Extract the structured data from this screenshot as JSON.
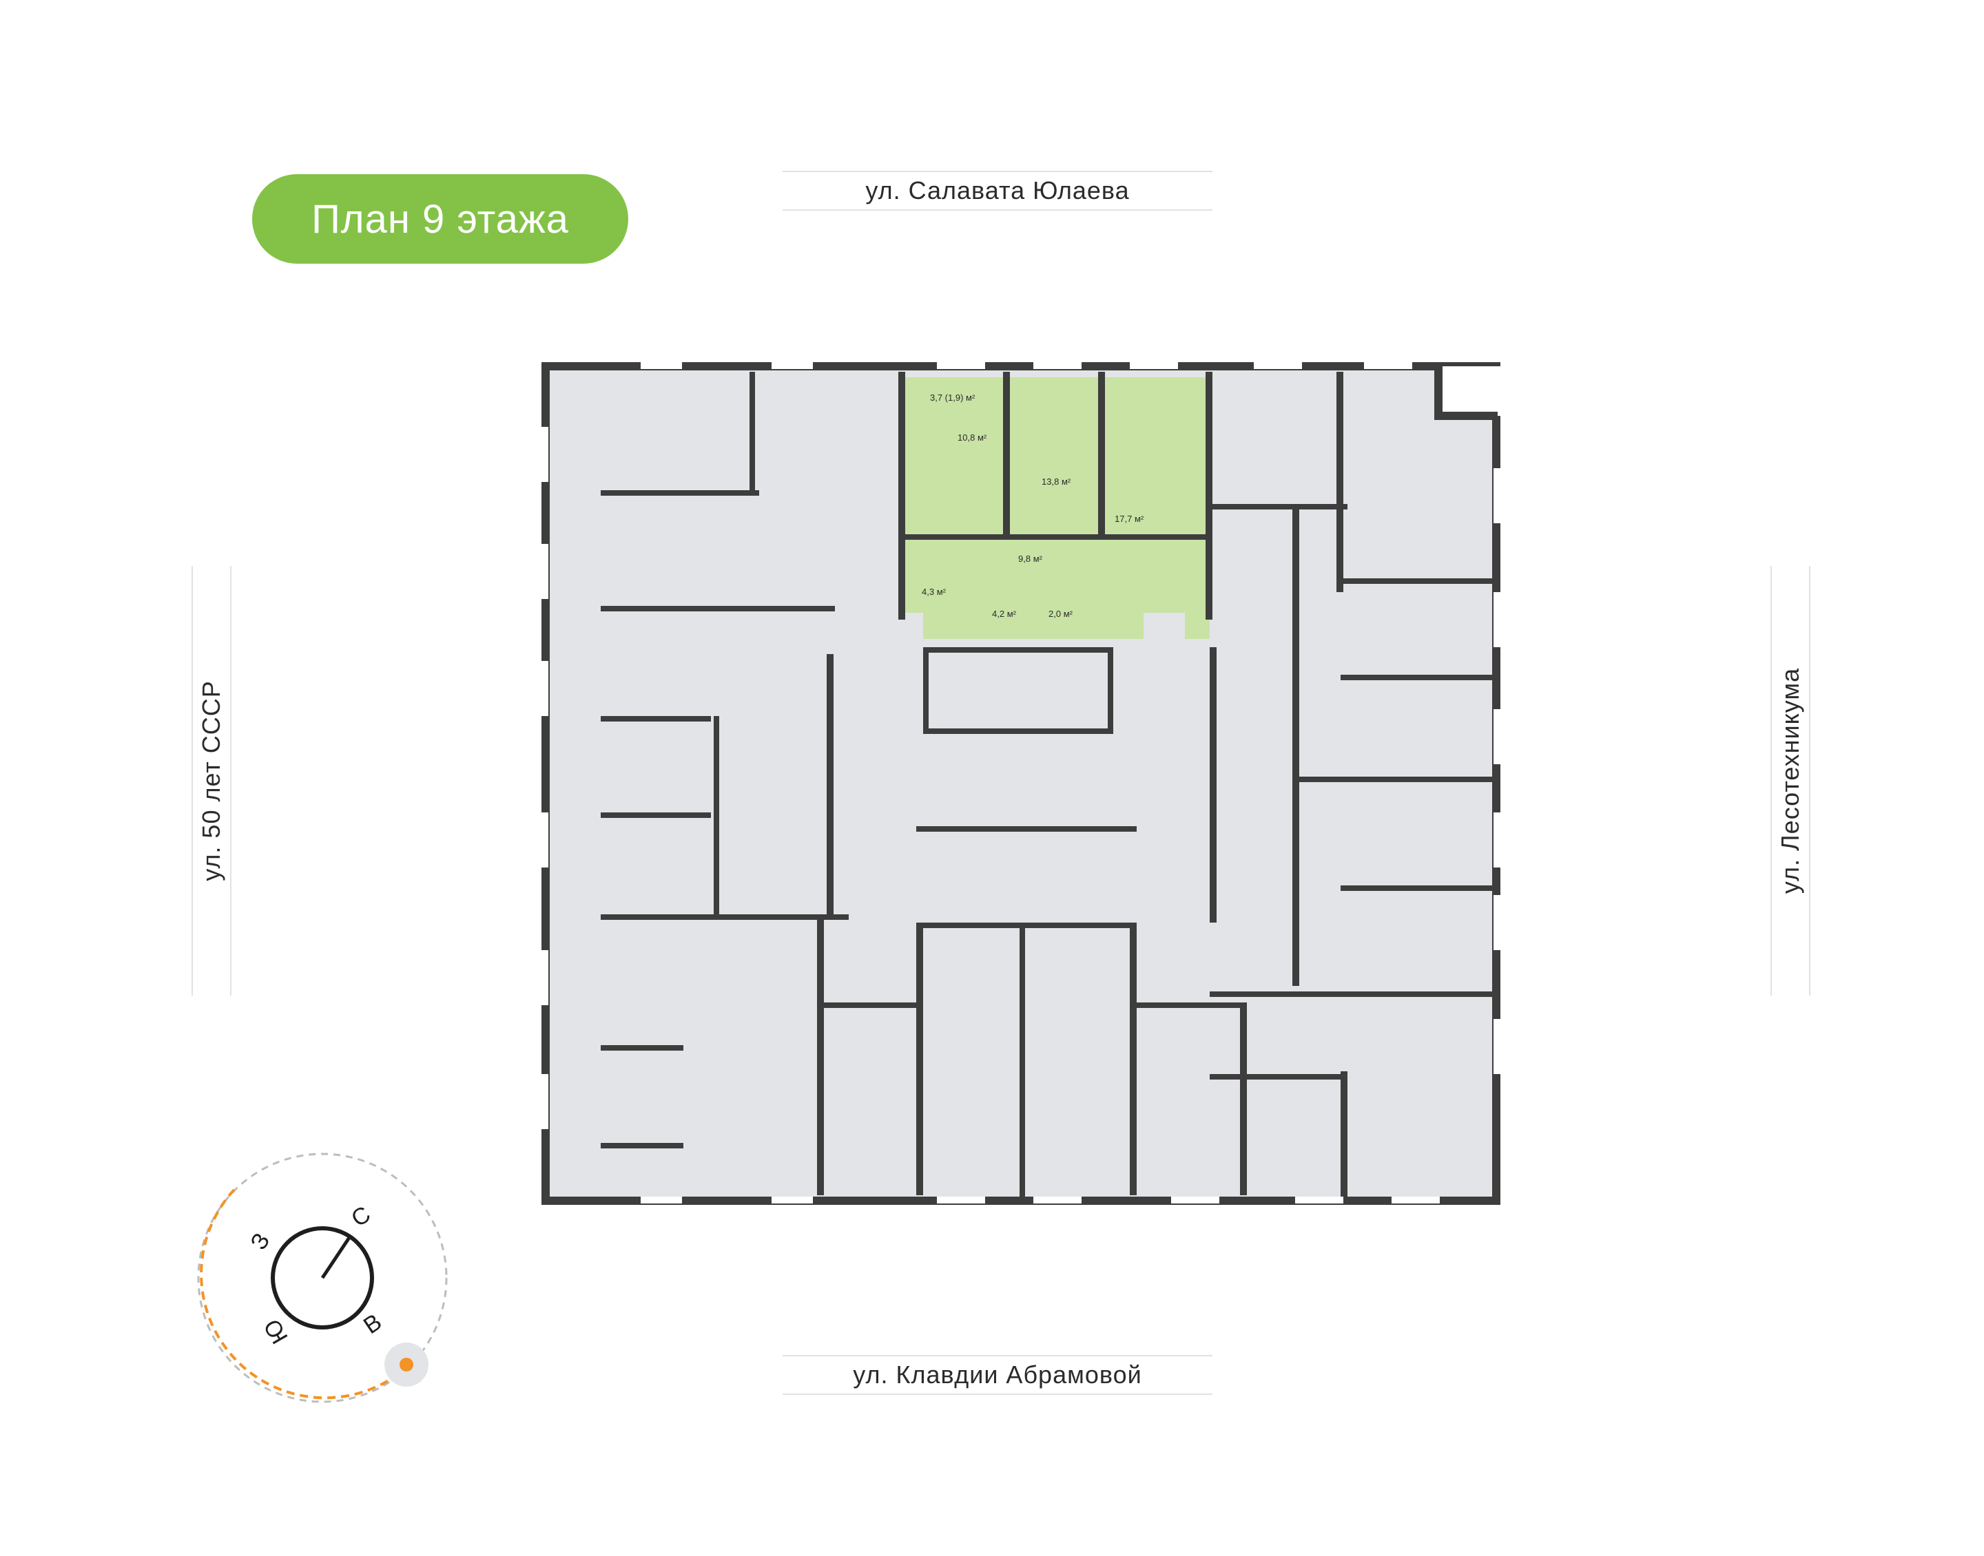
{
  "title": "План 9 этажа",
  "streets": {
    "north": "ул. Салавата Юлаева",
    "south": "ул. Клавдии Абрамовой",
    "west": "ул. 50 лет СССР",
    "east": "ул. Лесотехникума"
  },
  "highlighted_apartment": {
    "rooms": [
      {
        "label": "3,7 (1,9)",
        "unit": "м²"
      },
      {
        "label": "10,8",
        "unit": "м²"
      },
      {
        "label": "13,8",
        "unit": "м²"
      },
      {
        "label": "17,7",
        "unit": "м²"
      },
      {
        "label": "9,8",
        "unit": "м²"
      },
      {
        "label": "4,3",
        "unit": "м²"
      },
      {
        "label": "4,2",
        "unit": "м²"
      },
      {
        "label": "2,0",
        "unit": "м²"
      }
    ]
  },
  "compass": {
    "north": "С",
    "west": "З",
    "south": "Ю",
    "east": "В",
    "sun_icon": "sun-icon"
  },
  "colors": {
    "accent_green": "#83c246",
    "highlight_fill": "#c8e3a4",
    "wall": "#3d3d3d",
    "room_fill": "#e3e4e7",
    "sun_orange": "#f39325"
  }
}
